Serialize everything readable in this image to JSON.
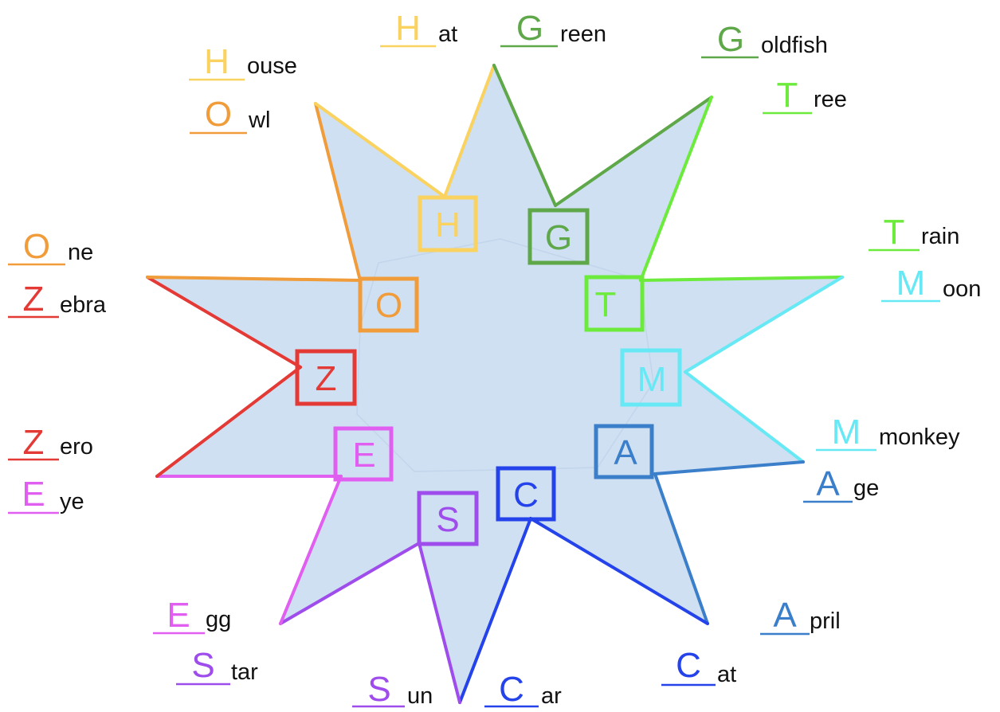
{
  "colors": {
    "star_fill": "#cfe0f2",
    "H": "#f9d25f",
    "G": "#5fa849",
    "T": "#6ceb3c",
    "M": "#66e9f4",
    "A": "#3b7fcb",
    "C": "#2543ea",
    "S": "#9f4ced",
    "E": "#e15ff0",
    "Z": "#e43a36",
    "O": "#f19c3a"
  },
  "center_letters": [
    {
      "letter": "H",
      "color": "#f9d25f"
    },
    {
      "letter": "G",
      "color": "#5fa849"
    },
    {
      "letter": "T",
      "color": "#6ceb3c"
    },
    {
      "letter": "M",
      "color": "#66e9f4"
    },
    {
      "letter": "A",
      "color": "#3b7fcb"
    },
    {
      "letter": "C",
      "color": "#2543ea"
    },
    {
      "letter": "S",
      "color": "#9f4ced"
    },
    {
      "letter": "E",
      "color": "#e15ff0"
    },
    {
      "letter": "Z",
      "color": "#e43a36"
    },
    {
      "letter": "O",
      "color": "#f19c3a"
    }
  ],
  "words": [
    {
      "letter": "H",
      "rest": "at",
      "color": "#f9d25f"
    },
    {
      "letter": "G",
      "rest": "reen",
      "color": "#5fa849"
    },
    {
      "letter": "G",
      "rest": "oldfish",
      "color": "#5fa849"
    },
    {
      "letter": "T",
      "rest": "ree",
      "color": "#6ceb3c"
    },
    {
      "letter": "T",
      "rest": "rain",
      "color": "#6ceb3c"
    },
    {
      "letter": "M",
      "rest": "oon",
      "color": "#66e9f4"
    },
    {
      "letter": "M",
      "rest": "monkey",
      "color": "#66e9f4"
    },
    {
      "letter": "A",
      "rest": "ge",
      "color": "#3b7fcb"
    },
    {
      "letter": "A",
      "rest": "pril",
      "color": "#3b7fcb"
    },
    {
      "letter": "C",
      "rest": "at",
      "color": "#2543ea"
    },
    {
      "letter": "C",
      "rest": "ar",
      "color": "#2543ea"
    },
    {
      "letter": "S",
      "rest": "un",
      "color": "#9f4ced"
    },
    {
      "letter": "S",
      "rest": "tar",
      "color": "#9f4ced"
    },
    {
      "letter": "E",
      "rest": "gg",
      "color": "#e15ff0"
    },
    {
      "letter": "E",
      "rest": "ye",
      "color": "#e15ff0"
    },
    {
      "letter": "Z",
      "rest": "ero",
      "color": "#e43a36"
    },
    {
      "letter": "Z",
      "rest": "ebra",
      "color": "#e43a36"
    },
    {
      "letter": "O",
      "rest": "ne",
      "color": "#f19c3a"
    },
    {
      "letter": "O",
      "rest": "wl",
      "color": "#f19c3a"
    },
    {
      "letter": "H",
      "rest": "ouse",
      "color": "#f9d25f"
    }
  ]
}
